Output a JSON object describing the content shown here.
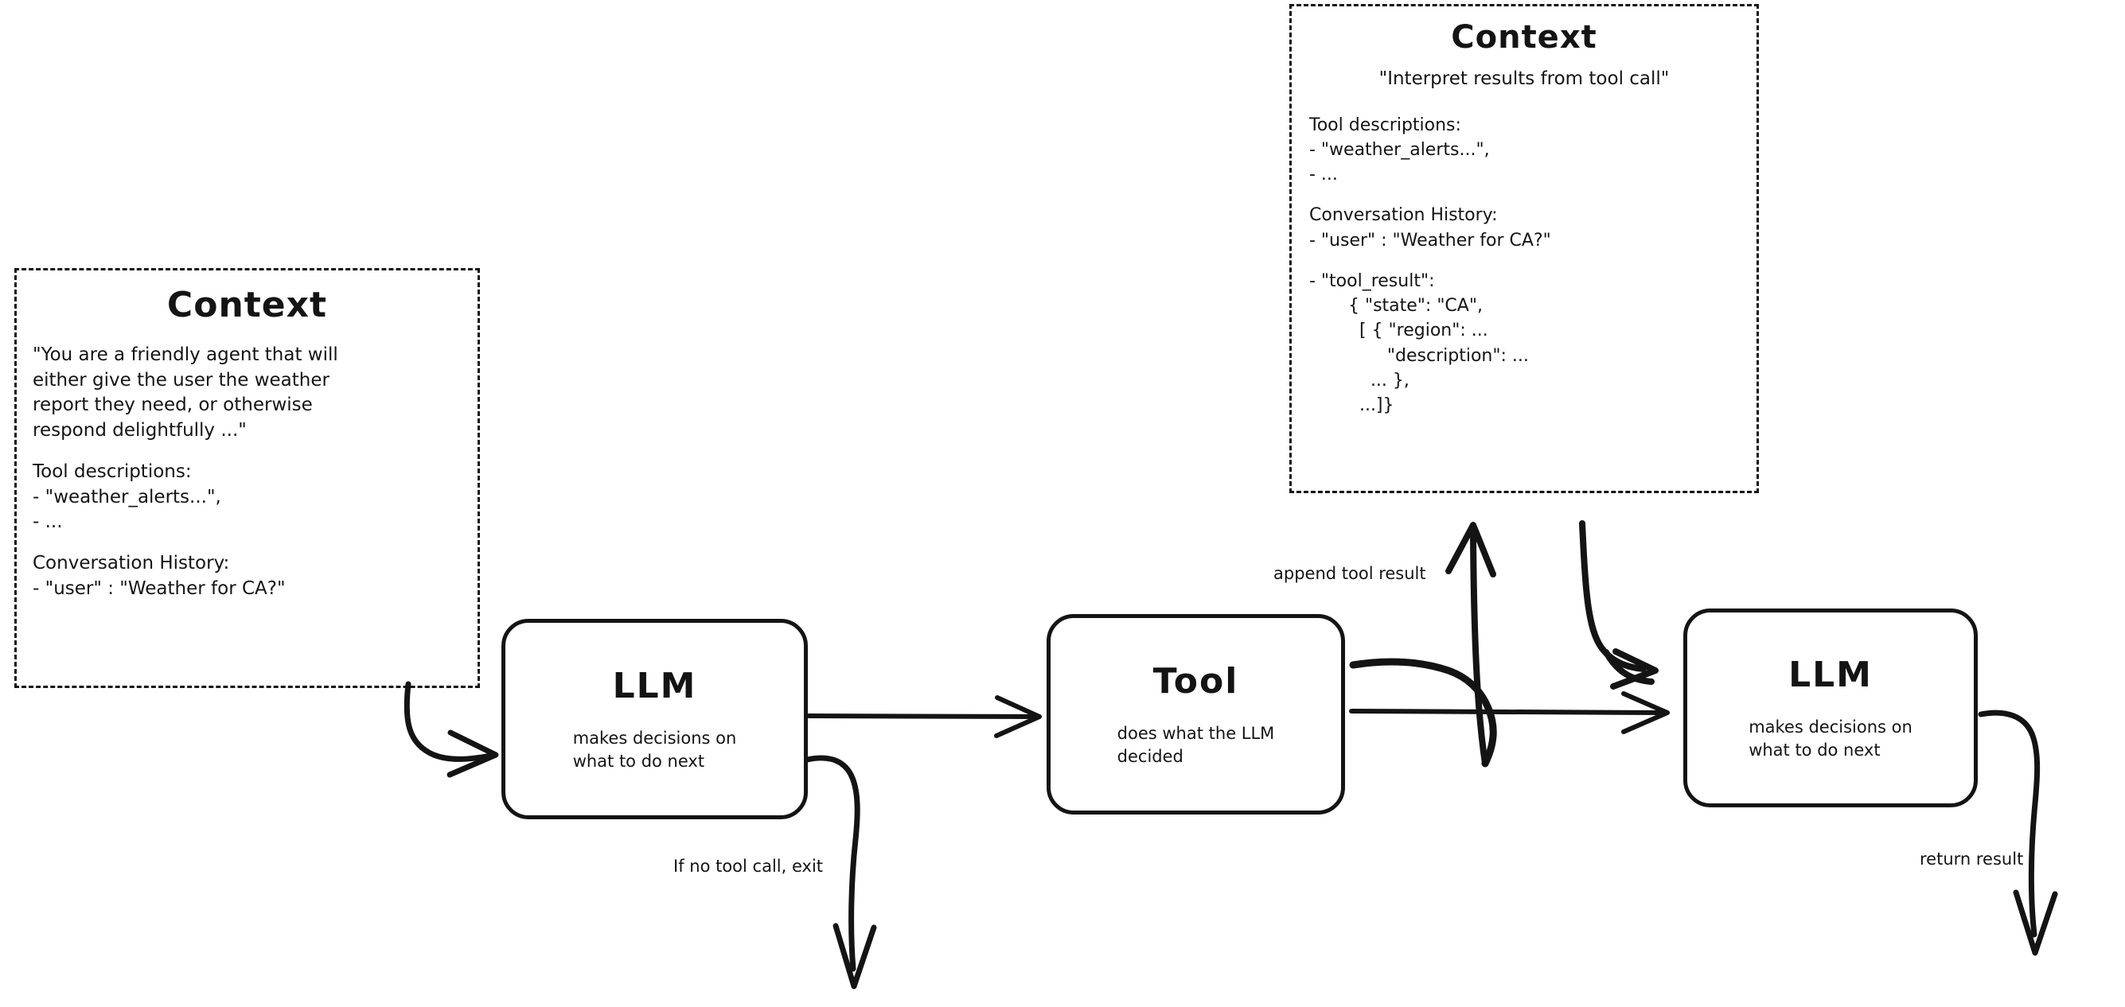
{
  "diagram": {
    "title_left": "Context",
    "title_right": "Context"
  },
  "context_left": {
    "title": "Context",
    "system_prompt": "\"You are a friendly agent that will\neither give the user the weather\nreport they need, or otherwise\nrespond delightfully ...\"",
    "tool_descriptions_header": "Tool descriptions:",
    "tool_descriptions": "- \"weather_alerts...\",\n- ...",
    "conversation_header": "Conversation History:",
    "conversation": "- \"user\" : \"Weather for CA?\""
  },
  "context_right": {
    "title": "Context",
    "system_prompt": "\"Interpret results from tool call\"",
    "tool_descriptions_header": "Tool descriptions:",
    "tool_descriptions": "- \"weather_alerts...\",\n- ...",
    "conversation_header": "Conversation History:",
    "conversation_user": "- \"user\" : \"Weather for CA?\"",
    "tool_result": "- \"tool_result\":\n       { \"state\": \"CA\",\n         [ { \"region\": ...\n              \"description\": ...\n           ... },\n         ...]}"
  },
  "nodes": {
    "llm1": {
      "title": "LLM",
      "subtitle": "makes decisions on\nwhat to do next"
    },
    "tool": {
      "title": "Tool",
      "subtitle": "does what the LLM\ndecided"
    },
    "llm2": {
      "title": "LLM",
      "subtitle": "makes decisions on\nwhat to do next"
    }
  },
  "edges": {
    "append_tool_result": "append tool result",
    "if_no_tool_call_exit": "If no tool call, exit",
    "return_result": "return result"
  },
  "colors": {
    "ink": "#141414",
    "background": "#ffffff"
  }
}
